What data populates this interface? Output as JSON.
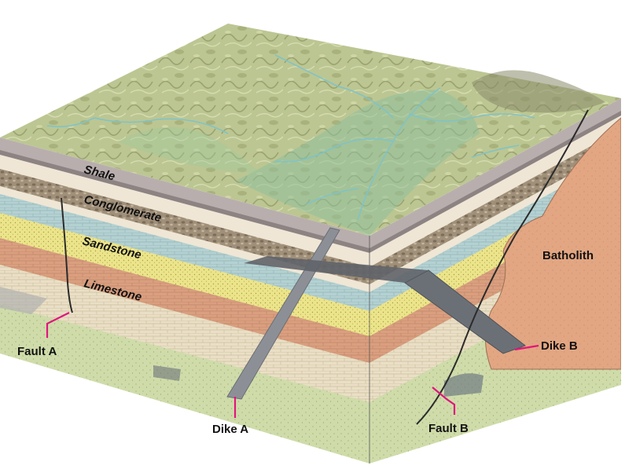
{
  "layers": {
    "shale": "Shale",
    "conglomerate": "Conglomerate",
    "sandstone": "Sandstone",
    "limestone": "Limestone"
  },
  "features": {
    "batholith": "Batholith",
    "fault_a": "Fault A",
    "fault_b": "Fault B",
    "dike_a": "Dike A",
    "dike_b": "Dike B"
  },
  "colors": {
    "leader": "#e0167c",
    "surface": "#b9c48f",
    "river": "#7fc3c8",
    "shale": "#b9aeae",
    "shale_dark": "#8d8383",
    "cream": "#efe6d6",
    "conglomerate": "#a0907a",
    "sandstone": "#ece48a",
    "blue_layer": "#b4d1d2",
    "red_sandstone": "#d99f7f",
    "limestone": "#eadfc6",
    "green_layer": "#cfdcaa",
    "batholith": "#e2a682",
    "dike": "#8c9096"
  }
}
